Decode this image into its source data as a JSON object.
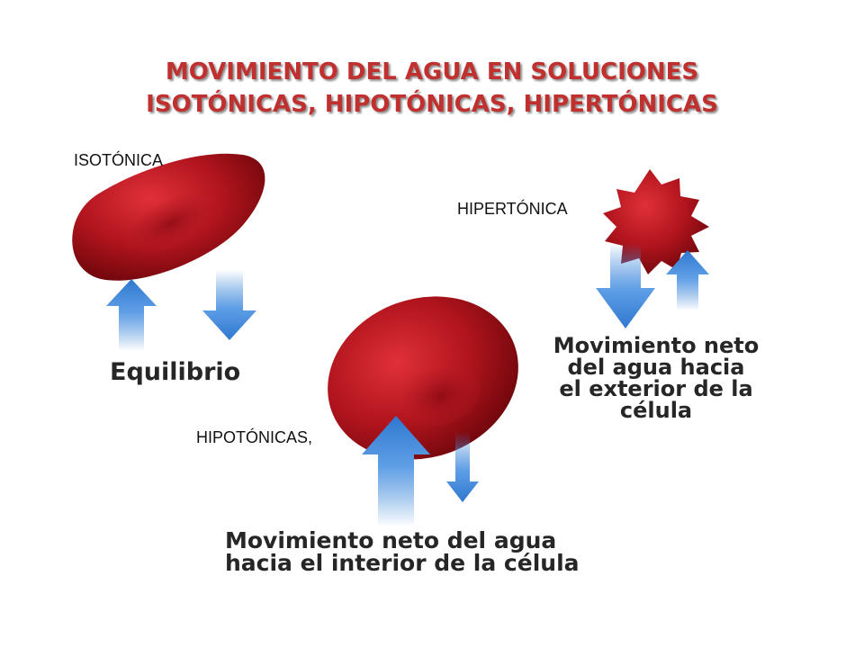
{
  "title": {
    "line1": "MOVIMIENTO DEL AGUA EN SOLUCIONES",
    "line2": "ISOTÓNICAS, HIPOTÓNICAS, HIPERTÓNICAS"
  },
  "labels": {
    "isotonica": "ISOTÓNICA",
    "hipertonica": "HIPERTÓNICA",
    "hipotonicas": "HIPOTÓNICAS,"
  },
  "captions": {
    "equilibrio": "Equilibrio",
    "exterior": [
      "Movimiento neto",
      "del agua hacia",
      "el exterior de la",
      "célula"
    ],
    "interior": [
      "Movimiento neto del agua",
      "hacia el interior de la célula"
    ]
  },
  "colors": {
    "title": "#c0302e",
    "cell": "#b0141c",
    "arrow": "#3d86d6"
  }
}
